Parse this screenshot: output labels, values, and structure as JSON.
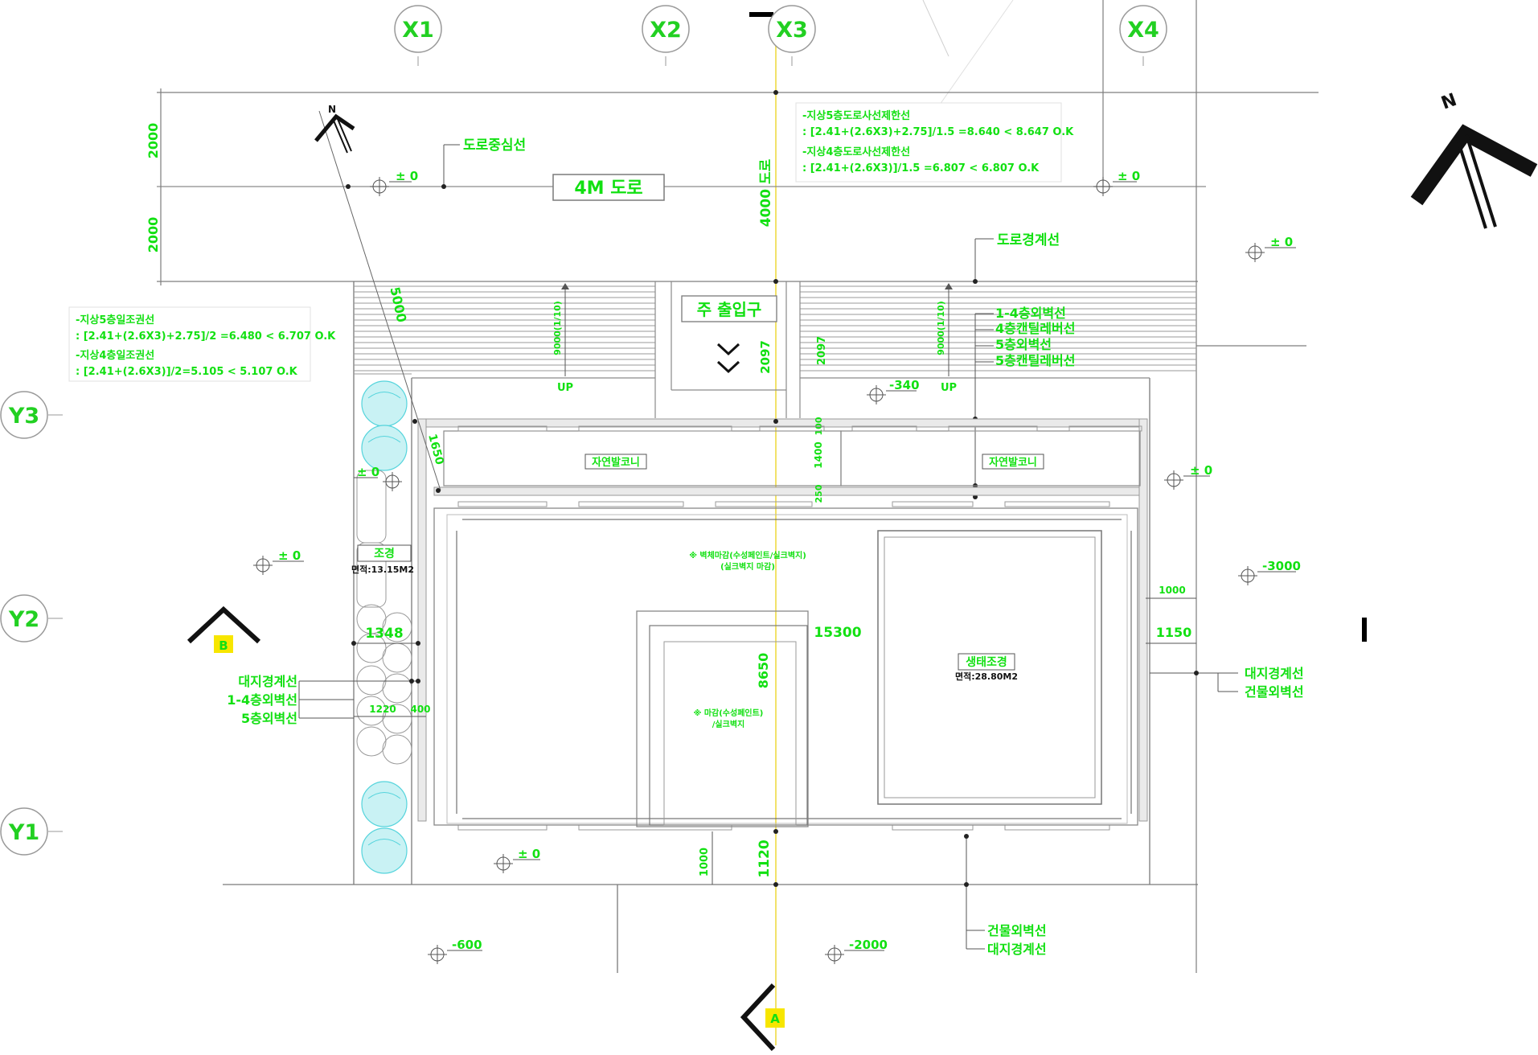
{
  "grid": {
    "x": [
      "X1",
      "X2",
      "X3",
      "X4"
    ],
    "y": [
      "Y3",
      "Y2",
      "Y1"
    ]
  },
  "road": {
    "title": "4M 도로",
    "center_line": "도로중심선",
    "boundary_line": "도로경계선",
    "width_label": "4000 도로",
    "dim_2000_top": "2000",
    "dim_2000_bottom": "2000",
    "dim_5000": "5000"
  },
  "notes": {
    "left": [
      "-지상5층일조권선",
      ": [2.41+(2.6X3)+2.75]/2 =6.480 < 6.707 O.K",
      "-지상4층일조권선",
      ": [2.41+(2.6X3)]/2=5.105 < 5.107 O.K"
    ],
    "right": [
      "-지상5층도로사선제한선",
      ": [2.41+(2.6X3)+2.75]/1.5 =8.640 < 8.647 O.K",
      "-지상4층도로사선제한선",
      ": [2.41+(2.6X3)]/1.5 =6.807 < 6.807 O.K"
    ]
  },
  "entrance": {
    "label": "주 출입구",
    "dim": "2097",
    "dim_right": "2097",
    "up_left": "UP",
    "up_right": "UP",
    "ramp_left": "9000(1/10)",
    "ramp_right": "9000(1/10)"
  },
  "levels": {
    "top_left": "± 0",
    "top_right": "± 0",
    "right_mid": "± 0",
    "ramp": "-340",
    "left_building": "± 0",
    "left_outer": "± 0",
    "right_building": "± 0",
    "right_outer": "-3000",
    "bottom_left": "± 0",
    "bottom_far_left": "-600",
    "bottom_center": "-2000"
  },
  "right_labels": [
    "1-4층외벽선",
    "4층캔틸레버선",
    "5층외벽선",
    "5층캔틸레버선"
  ],
  "rooms": {
    "nature_left": "자연발코니",
    "nature_right": "자연발코니",
    "landscape": "조경",
    "landscape_area": "면적:13.15M2",
    "garden": "생태조경",
    "garden_area": "면적:28.80M2",
    "hall_note_1": "※ 벽체마감(수성페인트/실크벽지)",
    "hall_note_2": "(실크벽지 마감)",
    "inner_note_1": "※ 마감(수성페인트)",
    "inner_note_2": "/실크벽지"
  },
  "dims": {
    "width_15300": "15300",
    "height_8650": "8650",
    "d1348": "1348",
    "d1220": "1220",
    "d400": "400",
    "d1000_right": "1000",
    "d1150": "1150",
    "d1000_bottom": "1000",
    "d1120": "1120",
    "d1650": "1650",
    "d1400": "1400",
    "d100": "100",
    "d250": "250"
  },
  "left_labels": [
    "대지경계선",
    "1-4층외벽선",
    "5층외벽선"
  ],
  "right_bottom_labels": [
    "대지경계선",
    "건물외벽선"
  ],
  "bottom_labels": [
    "건물외벽선",
    "대지경계선"
  ],
  "compass": {
    "north": "N",
    "north_small": "N"
  },
  "sections": {
    "left": "B",
    "bottom": "A"
  }
}
